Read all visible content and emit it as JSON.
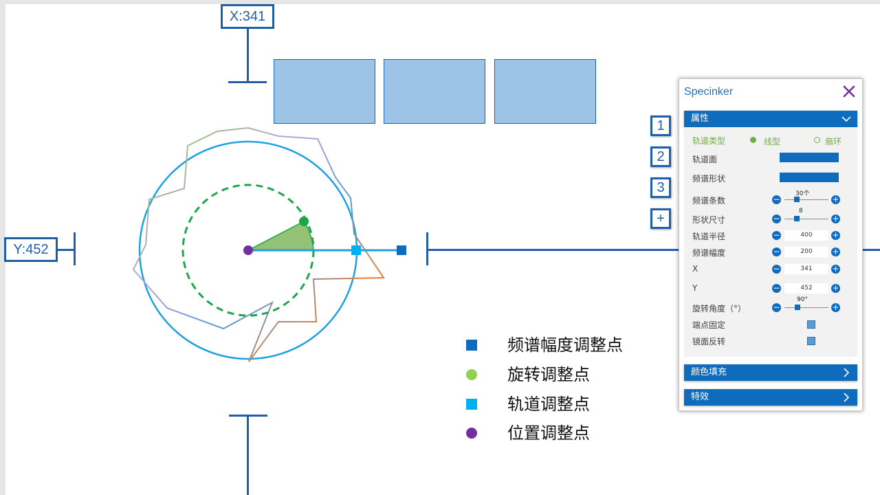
{
  "coords": {
    "x_label": "X:341",
    "y_label": "Y:452"
  },
  "number_buttons": [
    "1",
    "2",
    "3",
    "+"
  ],
  "legend": [
    {
      "label": "频谱幅度调整点",
      "color": "#0f6cbd",
      "shape": "square"
    },
    {
      "label": "旋转调整点",
      "color": "#92d050",
      "shape": "circle"
    },
    {
      "label": "轨道调整点",
      "color": "#00b0f0",
      "shape": "square"
    },
    {
      "label": "位置调整点",
      "color": "#7030a0",
      "shape": "circle"
    }
  ],
  "panel": {
    "title": "Specinker",
    "close_icon": "close-icon",
    "sections": {
      "properties": "属性",
      "color_fill": "颜色填充",
      "effects": "特效"
    },
    "props": {
      "track_type": {
        "label": "轨道类型",
        "options": [
          "线型",
          "扇环"
        ],
        "selected": "线型"
      },
      "track_face": {
        "label": "轨道面",
        "color": "#0f6cbd"
      },
      "spectrum_shape": {
        "label": "频谱形状",
        "color": "#0f6cbd"
      },
      "spectrum_count": {
        "label": "频谱条数",
        "value": "30个",
        "level": 0.3
      },
      "shape_size": {
        "label": "形状尺寸",
        "value": "8",
        "level": 0.3
      },
      "track_radius": {
        "label": "轨道半径",
        "value": "400"
      },
      "spectrum_amplitude": {
        "label": "频谱幅度",
        "value": "200"
      },
      "x": {
        "label": "X",
        "value": "341"
      },
      "y": {
        "label": "Y",
        "value": "452"
      },
      "rotation": {
        "label": "旋转角度（°）",
        "value": "90°",
        "level": 0.25
      },
      "endpoint_fixed": {
        "label": "端点固定",
        "checked": true
      },
      "mirror_flip": {
        "label": "镜面反转",
        "checked": true
      }
    }
  },
  "colors": {
    "accent": "#0f6cbd",
    "frame": "#1f5fa8",
    "rotation_fill": "#70ad47",
    "orbit": "#1ba1e2"
  }
}
